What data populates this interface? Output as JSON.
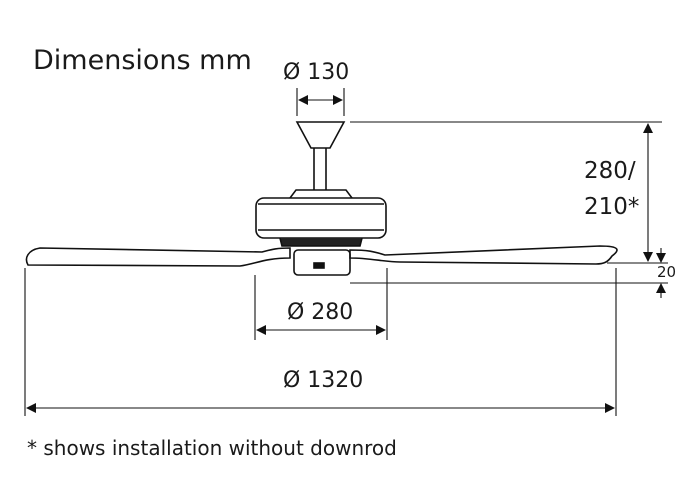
{
  "title": "Dimensions mm",
  "dimensions": {
    "canopy_diameter": "Ø 130",
    "height_line1": "280/",
    "height_line2": "210*",
    "blade_thickness": "20",
    "motor_diameter": "Ø 280",
    "blade_span": "Ø 1320"
  },
  "footnote": "* shows installation without downrod",
  "colors": {
    "line": "#111111"
  }
}
